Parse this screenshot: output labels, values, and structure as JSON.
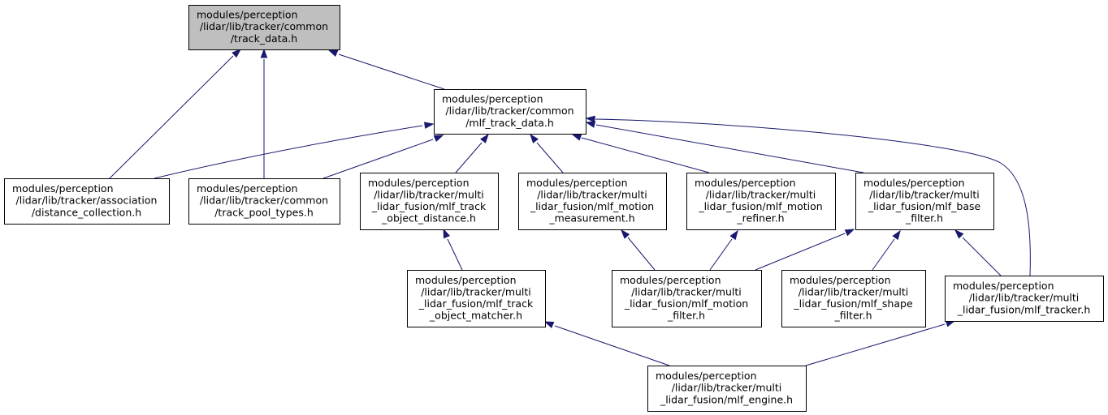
{
  "graph": {
    "type": "include-dependency-graph",
    "nodes": [
      {
        "id": "track_data",
        "lines": [
          "modules/perception",
          "/lidar/lib/tracker/common",
          "/track_data.h"
        ],
        "root": true
      },
      {
        "id": "mlf_track_data",
        "lines": [
          "modules/perception",
          "/lidar/lib/tracker/common",
          "/mlf_track_data.h"
        ]
      },
      {
        "id": "distance_collection",
        "lines": [
          "modules/perception",
          "/lidar/lib/tracker/association",
          "/distance_collection.h"
        ]
      },
      {
        "id": "track_pool_types",
        "lines": [
          "modules/perception",
          "/lidar/lib/tracker/common",
          "/track_pool_types.h"
        ]
      },
      {
        "id": "mlf_track_object_distance",
        "lines": [
          "modules/perception",
          "/lidar/lib/tracker/multi",
          "_lidar_fusion/mlf_track",
          "_object_distance.h"
        ]
      },
      {
        "id": "mlf_motion_measurement",
        "lines": [
          "modules/perception",
          "/lidar/lib/tracker/multi",
          "_lidar_fusion/mlf_motion",
          "_measurement.h"
        ]
      },
      {
        "id": "mlf_motion_refiner",
        "lines": [
          "modules/perception",
          "/lidar/lib/tracker/multi",
          "_lidar_fusion/mlf_motion",
          "_refiner.h"
        ]
      },
      {
        "id": "mlf_base_filter",
        "lines": [
          "modules/perception",
          "/lidar/lib/tracker/multi",
          "_lidar_fusion/mlf_base",
          "_filter.h"
        ]
      },
      {
        "id": "mlf_track_object_matcher",
        "lines": [
          "modules/perception",
          "/lidar/lib/tracker/multi",
          "_lidar_fusion/mlf_track",
          "_object_matcher.h"
        ]
      },
      {
        "id": "mlf_motion_filter",
        "lines": [
          "modules/perception",
          "/lidar/lib/tracker/multi",
          "_lidar_fusion/mlf_motion",
          "_filter.h"
        ]
      },
      {
        "id": "mlf_shape_filter",
        "lines": [
          "modules/perception",
          "/lidar/lib/tracker/multi",
          "_lidar_fusion/mlf_shape",
          "_filter.h"
        ]
      },
      {
        "id": "mlf_tracker",
        "lines": [
          "modules/perception",
          "/lidar/lib/tracker/multi",
          "_lidar_fusion/mlf_tracker.h"
        ]
      },
      {
        "id": "mlf_engine",
        "lines": [
          "modules/perception",
          "/lidar/lib/tracker/multi",
          "_lidar_fusion/mlf_engine.h"
        ]
      }
    ],
    "edges": [
      {
        "from": "distance_collection",
        "to": "track_data"
      },
      {
        "from": "track_pool_types",
        "to": "track_data"
      },
      {
        "from": "mlf_track_data",
        "to": "track_data"
      },
      {
        "from": "distance_collection",
        "to": "mlf_track_data"
      },
      {
        "from": "track_pool_types",
        "to": "mlf_track_data"
      },
      {
        "from": "mlf_track_object_distance",
        "to": "mlf_track_data"
      },
      {
        "from": "mlf_motion_measurement",
        "to": "mlf_track_data"
      },
      {
        "from": "mlf_motion_refiner",
        "to": "mlf_track_data"
      },
      {
        "from": "mlf_base_filter",
        "to": "mlf_track_data"
      },
      {
        "from": "mlf_tracker",
        "to": "mlf_track_data"
      },
      {
        "from": "mlf_track_object_matcher",
        "to": "mlf_track_object_distance"
      },
      {
        "from": "mlf_motion_filter",
        "to": "mlf_motion_measurement"
      },
      {
        "from": "mlf_motion_filter",
        "to": "mlf_motion_refiner"
      },
      {
        "from": "mlf_motion_filter",
        "to": "mlf_base_filter"
      },
      {
        "from": "mlf_shape_filter",
        "to": "mlf_base_filter"
      },
      {
        "from": "mlf_tracker",
        "to": "mlf_base_filter"
      },
      {
        "from": "mlf_engine",
        "to": "mlf_track_object_matcher"
      },
      {
        "from": "mlf_engine",
        "to": "mlf_tracker"
      }
    ]
  }
}
